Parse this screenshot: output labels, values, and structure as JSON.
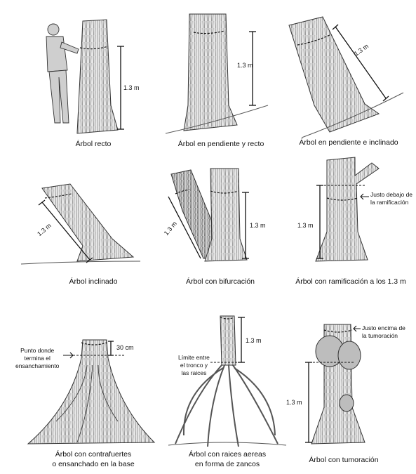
{
  "panels": [
    {
      "caption": "Árbol recto",
      "measure": "1.3 m"
    },
    {
      "caption": "Árbol en pendiente y recto",
      "measure": "1.3 m"
    },
    {
      "caption": "Árbol en pendiente e inclinado",
      "measure": "1.3 m"
    },
    {
      "caption": "Árbol inclinado",
      "measure": "1.3 m"
    },
    {
      "caption": "Árbol con bifurcación",
      "measure": "1.3 m"
    },
    {
      "caption": "Árbol con ramificación a los 1.3 m",
      "measure": "1.3 m",
      "note": "Justo debajo de\nla ramificación"
    },
    {
      "caption": "Árbol con contrafuertes\no ensanchado en la base",
      "measure": "30 cm",
      "note": "Punto donde\ntermina el\nensanchamiento"
    },
    {
      "caption": "Árbol con raices aereas\nen forma de zancos",
      "measure": "1.3 m",
      "note": "Límite entre\nel tronco y\nlas raices"
    },
    {
      "caption": "Árbol con tumoración",
      "measure": "1.3 m",
      "note": "Justo encima de\nla tumoración"
    }
  ]
}
